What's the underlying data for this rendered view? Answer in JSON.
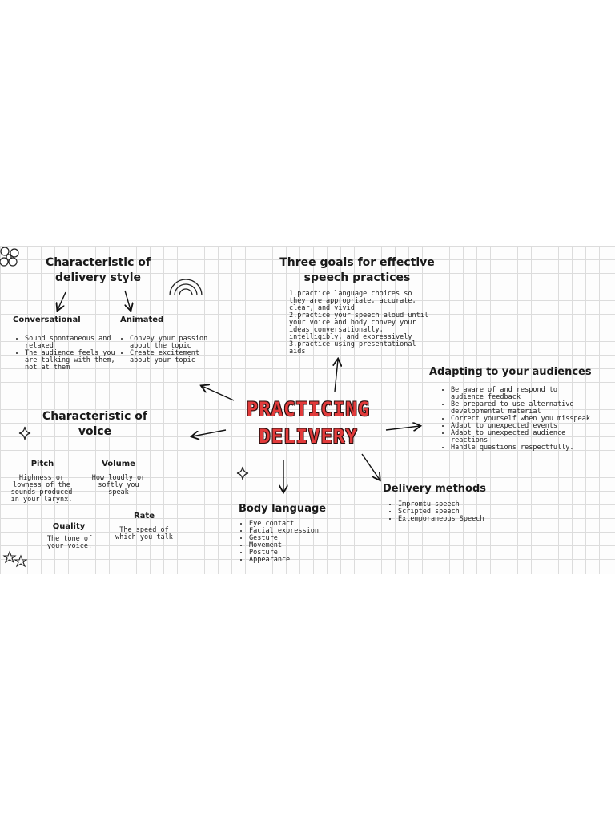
{
  "center": {
    "line1": "PRACTICING",
    "line2": "DELIVERY"
  },
  "delivery_style": {
    "heading_line1": "Characteristic of",
    "heading_line2": "delivery style",
    "conversational": {
      "label": "Conversational",
      "items": [
        "Sound spontaneous and relaxed",
        "The audience feels you are talking with them, not at them"
      ]
    },
    "animated": {
      "label": "Animated",
      "items": [
        "Convey your passion about the topic",
        "Create excitement about your topic"
      ]
    }
  },
  "three_goals": {
    "heading_line1": "Three goals for effective",
    "heading_line2": "speech practices",
    "items": [
      "1.practice language choices so they are appropriate, accurate, clear, and vivid",
      "2.practice your speech aloud until your voice and body convey your ideas conversationally, intelligibly, and expressively",
      "3.practice using presentational aids"
    ]
  },
  "adapting": {
    "heading": "Adapting to your audiences",
    "items": [
      "Be aware of and respond to audience feedback",
      "Be prepared to use alternative developmental material",
      "Correct yourself when you misspeak",
      "Adapt to unexpected events",
      "Adapt to unexpected audience reactions",
      "Handle questions respectfully."
    ]
  },
  "voice": {
    "heading_line1": "Characteristic of",
    "heading_line2": "voice",
    "pitch": {
      "label": "Pitch",
      "desc": "Highness or lowness of the sounds produced in your larynx."
    },
    "volume": {
      "label": "Volume",
      "desc": "How loudly or softly you speak"
    },
    "rate": {
      "label": "Rate",
      "desc": "The speed of which you talk"
    },
    "quality": {
      "label": "Quality",
      "desc": "The tone of your voice."
    }
  },
  "body_language": {
    "heading": "Body language",
    "items": [
      "Eye contact",
      "Facial expression",
      "Gesture",
      "Movement",
      "Posture",
      "Appearance"
    ]
  },
  "delivery_methods": {
    "heading": "Delivery methods",
    "items": [
      "Impromtu speech",
      "Scripted speech",
      "Extemporaneous Speech"
    ]
  }
}
